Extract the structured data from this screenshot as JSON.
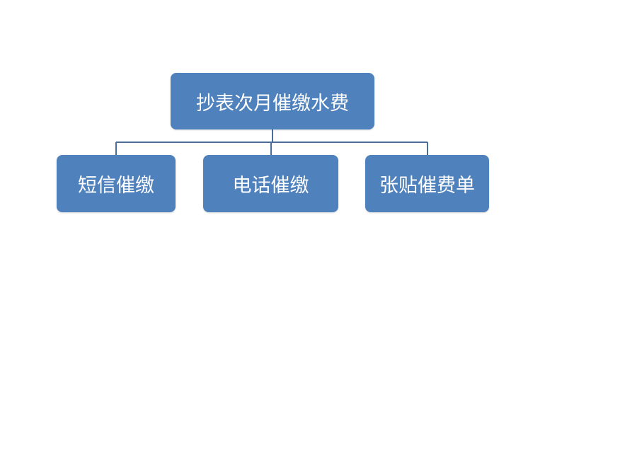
{
  "colors": {
    "node_fill": "#4f81bd",
    "node_text": "#ffffff",
    "connector": "#4a6e9a",
    "background": "#ffffff"
  },
  "root": {
    "label": "抄表次月催缴水费"
  },
  "children": [
    {
      "label": "短信催缴"
    },
    {
      "label": "电话催缴"
    },
    {
      "label": "张贴催费单"
    }
  ]
}
